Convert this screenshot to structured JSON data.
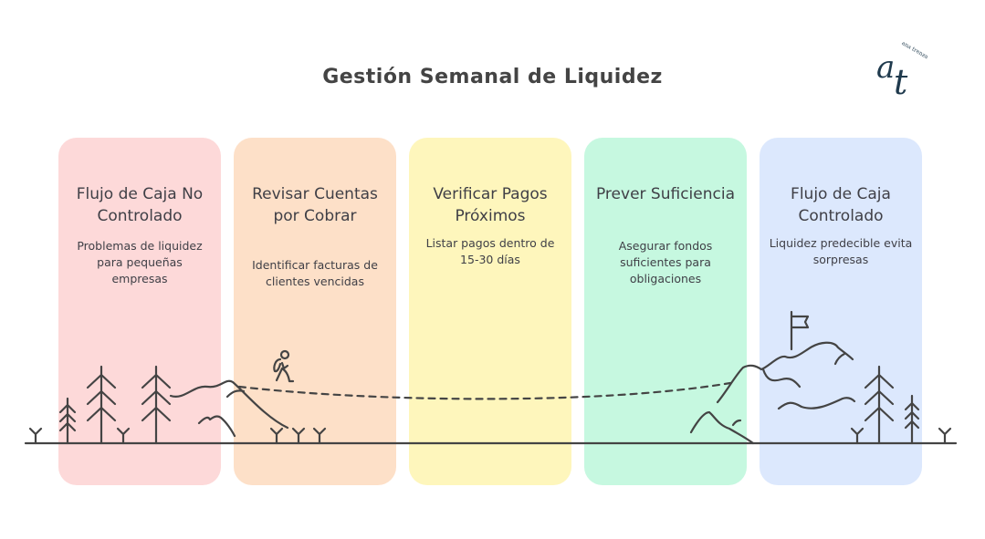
{
  "title": "Gestión Semanal de Liquidez",
  "logo": {
    "mark": "at",
    "text": "ana trenza"
  },
  "colors": {
    "pink": "#fdd9d9",
    "orange": "#fde0c8",
    "yellow": "#fef6bc",
    "green": "#c6f8e0",
    "blue": "#dce8fd",
    "ink": "#3f3f46"
  },
  "steps": [
    {
      "title": "Flujo de Caja No Controlado",
      "desc": "Problemas de liquidez para pequeñas empresas"
    },
    {
      "title": "Revisar Cuentas por Cobrar",
      "desc": "Identificar facturas de clientes vencidas"
    },
    {
      "title": "Verificar Pagos Próximos",
      "desc": "Listar pagos dentro de 15-30 días"
    },
    {
      "title": "Prever Suficiencia",
      "desc": "Asegurar fondos suficientes para obligaciones"
    },
    {
      "title": "Flujo de Caja Controlado",
      "desc": "Liquidez predecible evita sorpresas"
    }
  ]
}
